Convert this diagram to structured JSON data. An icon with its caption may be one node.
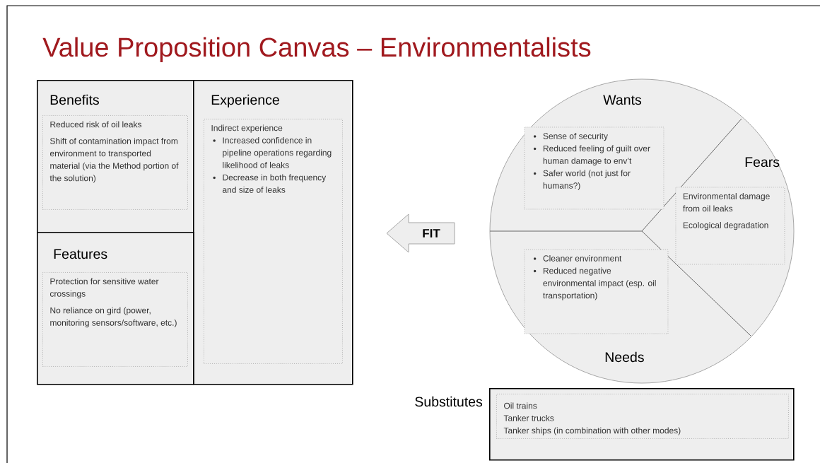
{
  "diagram": {
    "title": "Value Proposition Canvas – Environmentalists",
    "nodes": [
      {
        "text": [
          "Benefits"
        ]
      },
      {
        "text": [
          "Reduced risk of oil leaks",
          "Shift of contamination impact from environment to transported material (via the Method portion of the solution)"
        ],
        "in": 0
      },
      {
        "text": [
          "Experience"
        ]
      },
      {
        "text": [
          "Indirect experience",
          "Increased confidence in pipeline operations regarding likelihood of leaks",
          "Decrease in both frequency and size of leaks"
        ],
        "in": 2
      },
      {
        "text": [
          "Features"
        ]
      },
      {
        "text": [
          "Protection for sensitive water crossings",
          "No reliance on gird (power, monitoring sensors/software, etc.)"
        ],
        "in": 4
      },
      {
        "text": [
          "FIT"
        ]
      },
      {
        "text": [
          "Wants",
          "Fears",
          "Needs"
        ]
      },
      {
        "text": [
          "Sense of security",
          "Reduced feeling of guilt over human damage to env’t",
          "Safer world (not just for humans?)"
        ],
        "in": 7
      },
      {
        "text": [
          "Environmental damage from oil leaks",
          "Ecological degradation"
        ],
        "in": 7
      },
      {
        "text": [
          "Cleaner environment",
          "Reduced negative environmental impact (esp. oil transportation)"
        ],
        "in": 7
      },
      {
        "text": [
          "Substitutes"
        ]
      },
      {
        "text": [
          "Oil trains",
          "Tanker trucks",
          "Tanker ships (in combination with other modes)"
        ],
        "in": 11
      }
    ],
    "edges": []
  }
}
